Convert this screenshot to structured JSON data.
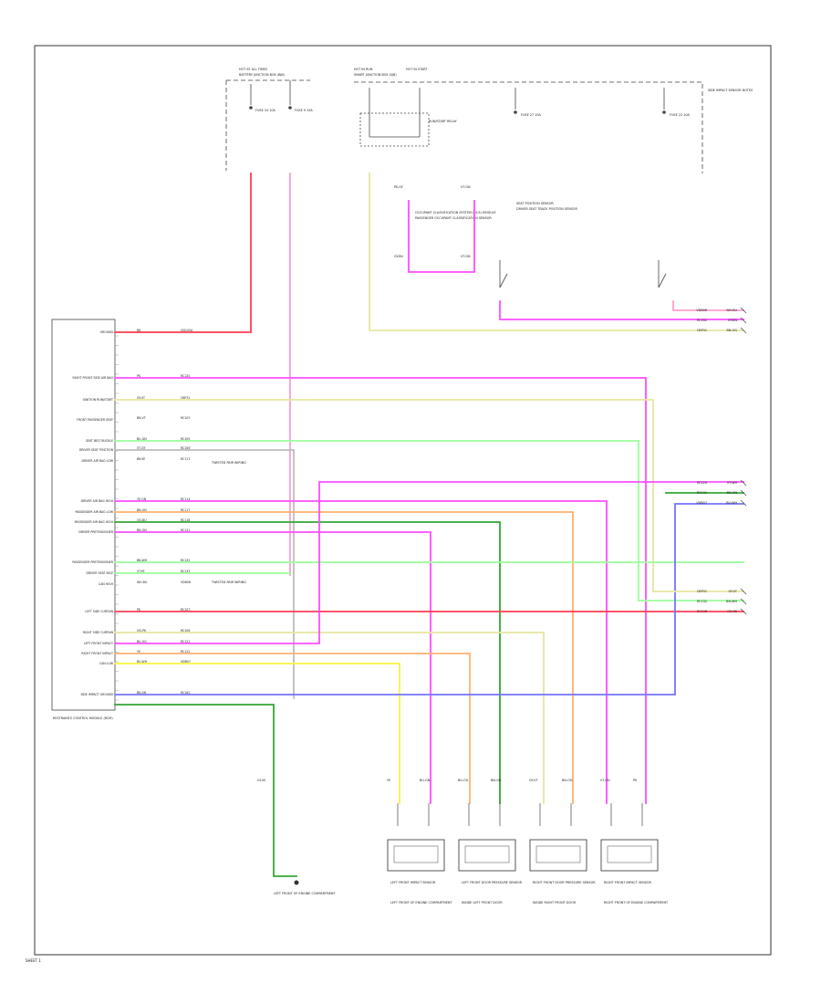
{
  "page_id": "SHEET 1",
  "module": {
    "title": "RESTRAINTS CONTROL MODULE (RCM)",
    "pins": [
      {
        "label": "GROUND",
        "wire": "BK",
        "circuit": "GD105A"
      },
      {
        "label": "RIGHT FRONT SIDE AIR BAG",
        "wire": "PK",
        "circuit": "RC120"
      },
      {
        "label": "IGNITION RUN/START",
        "wire": "GY-VT",
        "circuit": "CBP31"
      },
      {
        "label": "FRONT PASSENGER SEAT",
        "wire": "BN-VT",
        "circuit": "RC103"
      },
      {
        "label": "SEAT BELT BUCKLE",
        "wire": "BU-GN",
        "circuit": "RC105"
      },
      {
        "label": "DRIVER SEAT POSITION",
        "wire": "VT-GY",
        "circuit": "RC106"
      },
      {
        "label": "DRIVER AIR BAG LOW",
        "wire": "BN-YE",
        "circuit": "RC113"
      },
      {
        "label": "DRIVER AIR BAG HIGH",
        "wire": "YE-GN",
        "circuit": "RC114"
      },
      {
        "label": "PASSENGER AIR BAG LOW",
        "wire": "BN-GN",
        "circuit": "RC117"
      },
      {
        "label": "PASSENGER AIR BAG HIGH",
        "wire": "OG-BU",
        "circuit": "RC118"
      },
      {
        "label": "DRIVER PRETENSIONER",
        "wire": "BN-GN",
        "circuit": "RC131"
      },
      {
        "label": "PASSENGER PRETENSIONER",
        "wire": "BN-WH",
        "circuit": "RC132"
      },
      {
        "label": "DRIVER SEAT BELT",
        "wire": "VT-YE",
        "circuit": "RC133"
      },
      {
        "label": "CAN HIGH",
        "wire": "WH-BU",
        "circuit": "VDB06"
      },
      {
        "label": "LEFT SIDE CURTAIN",
        "wire": "PK",
        "circuit": "RC107"
      },
      {
        "label": "RIGHT SIDE CURTAIN",
        "wire": "OG-PK",
        "circuit": "RC108"
      },
      {
        "label": "LEFT FRONT IMPACT",
        "wire": "BU-OG",
        "circuit": "RC121"
      },
      {
        "label": "RIGHT FRONT IMPACT",
        "wire": "YE",
        "circuit": "RC122"
      },
      {
        "label": "CAN LOW",
        "wire": "BU-WH",
        "circuit": "VDB07"
      },
      {
        "label": "SIDE IMPACT GROUND",
        "wire": "BK-GN",
        "circuit": "RC162"
      }
    ]
  },
  "power": {
    "hot_at_all_times": "HOT AT ALL TIMES",
    "hot_in_run": "HOT IN RUN",
    "hot_in_start": "HOT IN START",
    "fuse_1": "FUSE 33 10A",
    "fuse_2": "FUSE 9 15A",
    "fuse_3": "FUSE 27 10A",
    "fuse_4": "FUSE 22 10A",
    "relay": "RUN/START RELAY",
    "battery_junction_box": "BATTERY JUNCTION BOX (BJB)",
    "central_junction_box": "SMART JUNCTION BOX (SJB)"
  },
  "occupant_sensor": {
    "title": "OCCUPANT CLASSIFICATION SYSTEM (OCS) MODULE",
    "note": "PASSENGER OCCUPANT CLASSIFICATION SENSOR",
    "wire_a": "PK-GY",
    "wire_b": "VT-GN",
    "wire_c": "GY-BU",
    "wire_d": "VT-GN"
  },
  "seat_sensor": {
    "title": "SEAT POSITION SENSOR",
    "text": "DRIVER SEAT TRACK POSITION SENSOR"
  },
  "right_note": "SIDE IMPACT SENSOR NOTES",
  "module_note_1": "TWISTED PAIR WIRING",
  "module_note_2": "TWISTED PAIR WIRING",
  "ground": {
    "label": "G100",
    "text": "LEFT FRONT OF ENGINE COMPARTMENT"
  },
  "connectors_top": [
    {
      "wire": "WH-BU",
      "circuit": "VDB06"
    },
    {
      "wire": "GY-BN",
      "circuit": "RC162"
    },
    {
      "wire": "BN-OG",
      "circuit": "CBP31"
    }
  ],
  "connectors_mid": [
    {
      "wire": "VT-WH",
      "circuit": "RC120"
    },
    {
      "wire": "BN-GN",
      "circuit": "RC131"
    },
    {
      "wire": "BU-WH",
      "circuit": "VDB07"
    }
  ],
  "connectors_low": [
    {
      "wire": "GY-VT",
      "circuit": "CBP31"
    },
    {
      "wire": "BN-WH",
      "circuit": "RC132"
    },
    {
      "wire": "OG-PK",
      "circuit": "RC108"
    }
  ],
  "sensors": [
    {
      "title": "LEFT FRONT IMPACT SENSOR",
      "text": "LEFT FRONT OF ENGINE COMPARTMENT",
      "wire_a": "YE",
      "wire_b": "BU-GN"
    },
    {
      "title": "LEFT FRONT DOOR PRESSURE SENSOR",
      "text": "INSIDE LEFT FRONT DOOR",
      "wire_a": "BU-OG",
      "wire_b": "BN-GN"
    },
    {
      "title": "RIGHT FRONT DOOR PRESSURE SENSOR",
      "text": "INSIDE RIGHT FRONT DOOR",
      "wire_a": "GY-VT",
      "wire_b": "BN-OG"
    },
    {
      "title": "RIGHT FRONT IMPACT SENSOR",
      "text": "RIGHT FRONT OF ENGINE COMPARTMENT",
      "wire_a": "VT-GN",
      "wire_b": "PK"
    }
  ],
  "wire_colors": {
    "red": "#ff3b52",
    "pink": "#ff9fd0",
    "magenta": "#ff4dff",
    "tan": "#e6e6a0",
    "green": "#99ff99",
    "dkgreen": "#33a833",
    "orange": "#ffb070",
    "blue": "#7373ff",
    "yellow": "#f5f53c",
    "gray": "#bbbbbb"
  }
}
